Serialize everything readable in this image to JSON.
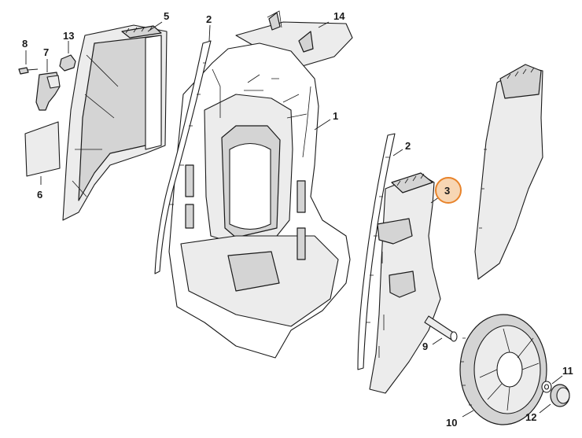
{
  "diagram": {
    "callouts": [
      {
        "id": "label-1",
        "text": "1"
      },
      {
        "id": "label-2a",
        "text": "2"
      },
      {
        "id": "label-2b",
        "text": "2"
      },
      {
        "id": "label-3",
        "text": "3"
      },
      {
        "id": "label-5",
        "text": "5"
      },
      {
        "id": "label-6",
        "text": "6"
      },
      {
        "id": "label-7",
        "text": "7"
      },
      {
        "id": "label-8",
        "text": "8"
      },
      {
        "id": "label-9",
        "text": "9"
      },
      {
        "id": "label-10",
        "text": "10"
      },
      {
        "id": "label-11",
        "text": "11"
      },
      {
        "id": "label-12",
        "text": "12"
      },
      {
        "id": "label-13",
        "text": "13"
      },
      {
        "id": "label-14",
        "text": "14"
      }
    ],
    "highlight_color": "#e8832a",
    "highlight_fill": "#f7d6b4"
  }
}
